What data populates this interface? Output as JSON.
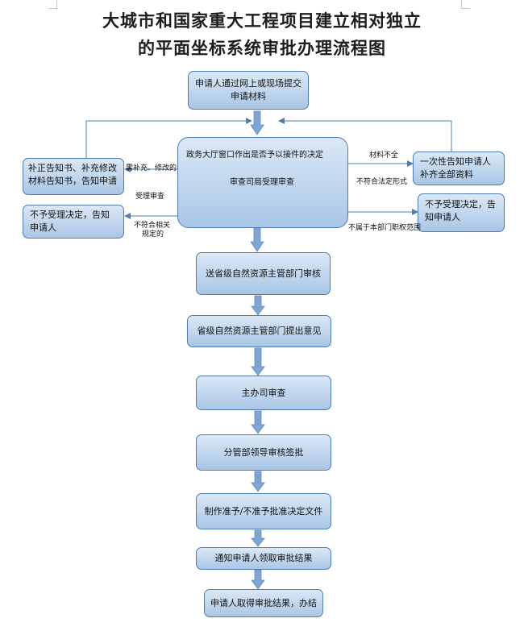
{
  "title": {
    "line1": "大城市和国家重大工程项目建立相对独立",
    "line2": "的平面坐标系统审批办理流程图"
  },
  "boxes": {
    "apply": [
      "申请人通过网上或现场提交",
      "申请材料"
    ],
    "hall_line1": "政务大厅窗口作出是否予以接件的决定",
    "hall_line2": "审查司局受理审查",
    "supplement_left": "补正告知书、补充修改材料告知书，告知申请",
    "reject_left": "不予受理决定，告知申请人",
    "once_notify": "一次性告知申请人补齐全部资料",
    "reject_right": "不予受理决定，告知申请人",
    "send_province": "送省级自然资源主管部门审核",
    "province_opinion": "省级自然资源主管部门提出意见",
    "main_dept": "主办司审查",
    "leader": "分管部领导审核签批",
    "make_doc": "制作准予/不准予批准决定文件",
    "notify_result": "通知申请人领取审批结果",
    "done": "申请人取得审批结果，办结"
  },
  "labels": {
    "need_supplement": "需补充、修改的",
    "accept_review": "受理审查",
    "not_meet": [
      "不符合相关",
      "规定的"
    ],
    "incomplete": "材料不全",
    "wrong_form": "不符合法定形式",
    "out_of_scope": "不属于本部门职权范围"
  },
  "colors": {
    "box_border": "#4f7db3",
    "box_top": "#dbe8f6",
    "box_bottom": "#a9c6e6",
    "arrow": "#7fa6d2",
    "line": "#4f7db3"
  }
}
